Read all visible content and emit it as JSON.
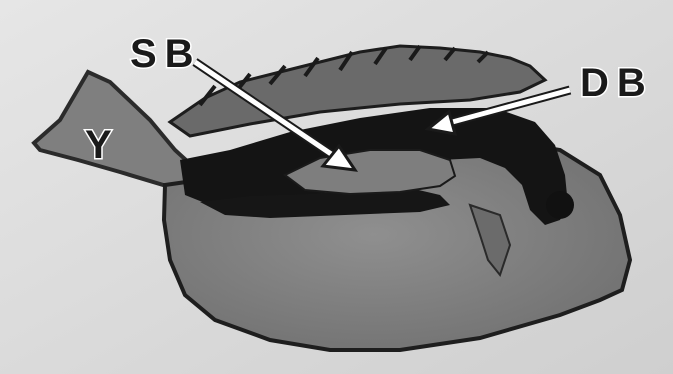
{
  "figure": {
    "labels": {
      "sb": "SB",
      "db": "DB",
      "y": "Y"
    },
    "colors": {
      "background": "#dedede",
      "body": "#8a8a8a",
      "dark_band": "#151515",
      "fin": "#2a2a2a",
      "tail": "#7d7d7d",
      "arrow_fill": "#ffffff",
      "arrow_stroke": "#1a1a1a"
    }
  }
}
